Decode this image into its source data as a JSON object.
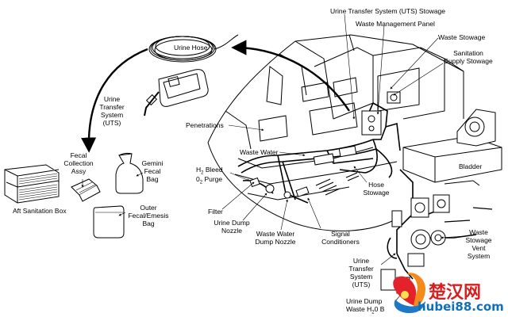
{
  "labels": {
    "uts_stowage": "Urine Transfer System (UTS) Stowage",
    "waste_management_panel": "Waste Management Panel",
    "waste_stowage": "Waste Stowage",
    "sanitation_supply_stowage_1": "Sanitation",
    "sanitation_supply_stowage_2": "Supply Stowage",
    "urine_hose": "Urine Hose",
    "uts_left_1": "Urine",
    "uts_left_2": "Transfer",
    "uts_left_3": "System",
    "uts_left_4": "(UTS)",
    "penetrations": "Penetrations",
    "waste_water": "Waste Water",
    "fecal_collection_1": "Fecal",
    "fecal_collection_2": "Collection",
    "fecal_collection_3": "Assy",
    "gemini_fecal_1": "Gemini",
    "gemini_fecal_2": "Fecal",
    "gemini_fecal_3": "Bag",
    "aft_sanitation_box": "Aft Sanitation Box",
    "outer_bag_1": "Outer",
    "outer_bag_2": "Fecal/Emesis",
    "outer_bag_3": "Bag",
    "h2_bleed_pre": "H",
    "h2_bleed_sub": "2",
    "h2_bleed_post": " Bleed",
    "o2_purge_pre": "0",
    "o2_purge_sub": "2",
    "o2_purge_post": " Purge",
    "filter": "Filter",
    "urine_dump_nozzle_1": "Urine Dump",
    "urine_dump_nozzle_2": "Nozzle",
    "waste_water_dump_1": "Waste Water",
    "waste_water_dump_2": "Dump Nozzle",
    "signal_conditioners_1": "Signal",
    "signal_conditioners_2": "Conditioners",
    "hose_stowage_1": "Hose",
    "hose_stowage_2": "Stowage",
    "bladder": "Bladder",
    "vent_system_1": "Waste",
    "vent_system_2": "Stowage",
    "vent_system_3": "Vent",
    "vent_system_4": "System",
    "uts_bottom_1": "Urine",
    "uts_bottom_2": "Transfer",
    "uts_bottom_3": "System",
    "uts_bottom_4": "(UTS)",
    "urine_dump_bottom_1": "Urine Dump",
    "urine_dump_bottom_2_pre": "Waste H",
    "urine_dump_bottom_2_sub": "2",
    "urine_dump_bottom_2_post": "0 B"
  },
  "watermark": {
    "title": "楚汉网",
    "url": "hubei88.com",
    "colors": {
      "title": "#d81e1e",
      "url": "#0f6fb8"
    }
  },
  "colors": {
    "line": "#000000",
    "background": "#ffffff"
  }
}
